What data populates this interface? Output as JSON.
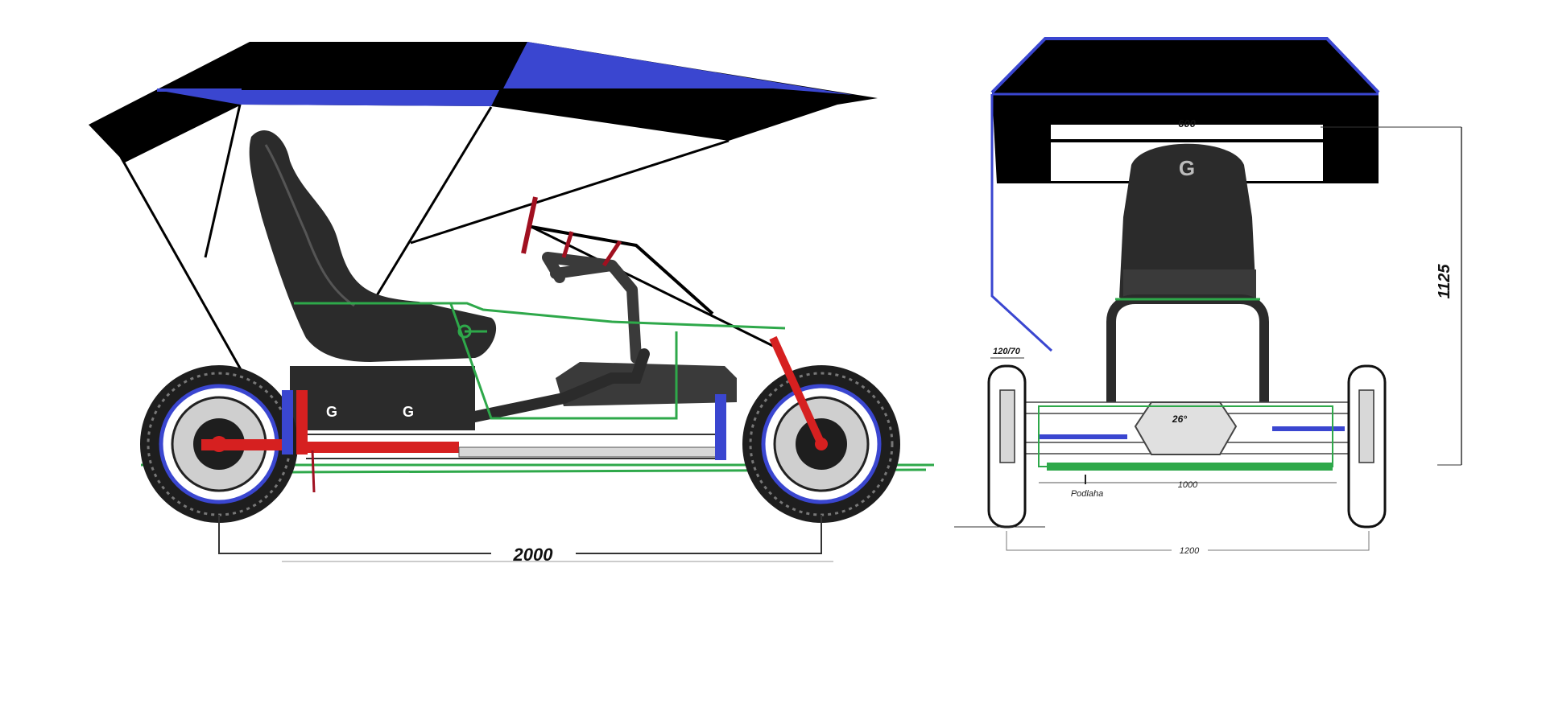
{
  "side_view": {
    "wheelbase_label": "2000"
  },
  "front_view": {
    "seat_width_label": "600",
    "height_label": "1125",
    "tire_label": "120/70",
    "floor_width_label": "1000",
    "floor_label": "Podlaha",
    "track_label": "1200",
    "angle_label": "26°"
  },
  "colors": {
    "black": "#000000",
    "blue": "#3a46d0",
    "red": "#d62020",
    "dark_red": "#a01020",
    "green": "#2ea84a",
    "seat": "#2b2b2b",
    "frame": "#3a3a3a",
    "dim_line": "#555555"
  },
  "icons": {
    "seat_logo": "g-logo-icon"
  }
}
